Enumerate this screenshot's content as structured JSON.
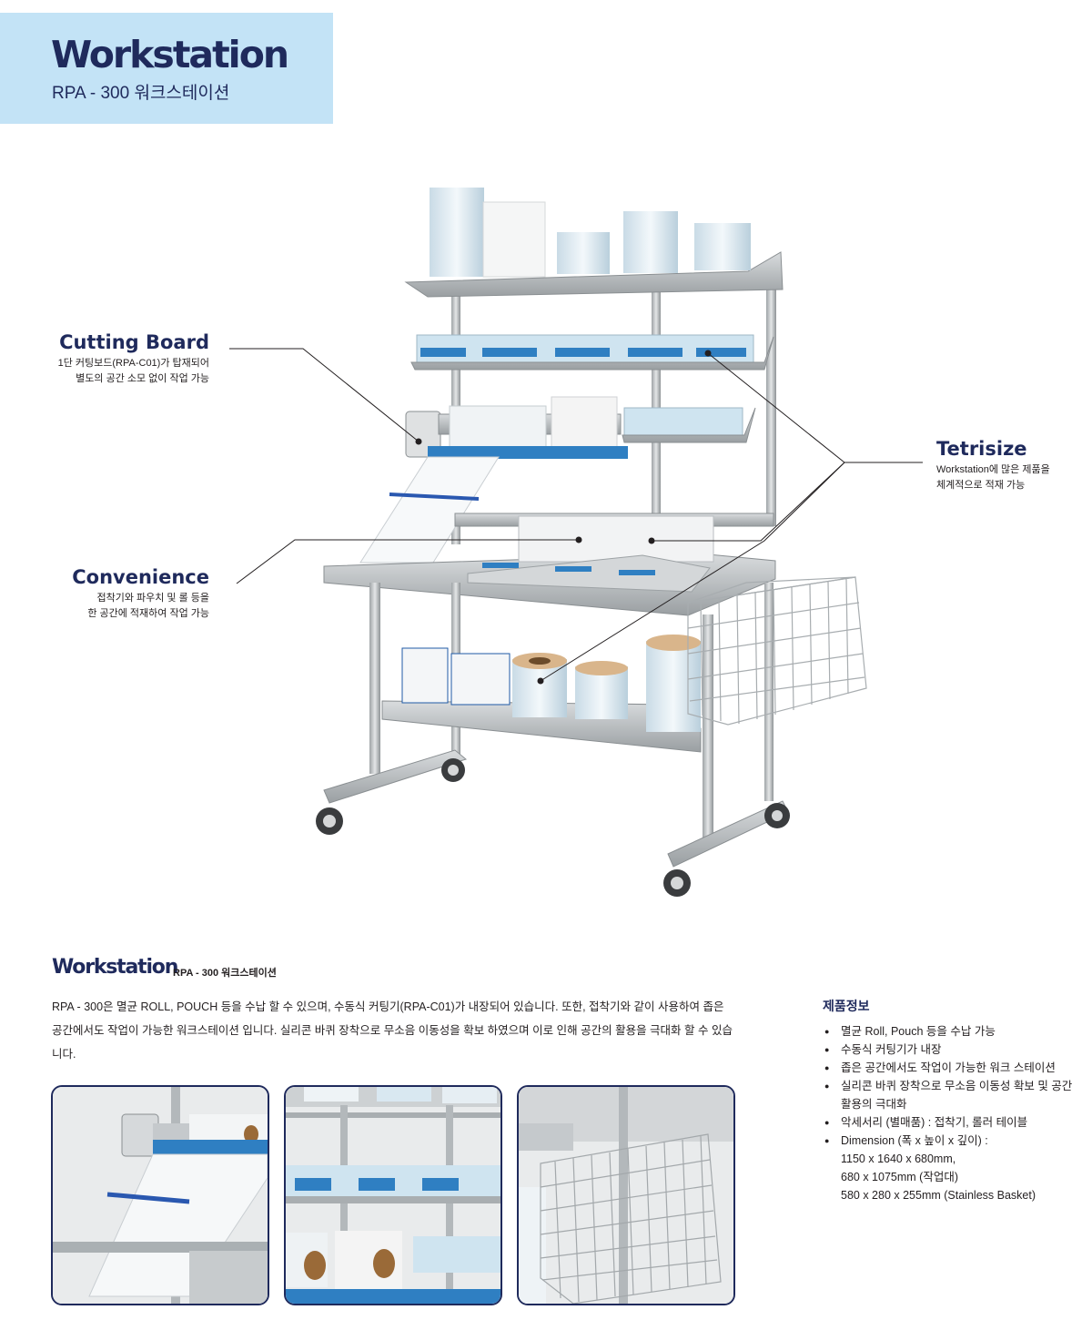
{
  "header": {
    "title": "Workstation",
    "subtitle": "RPA - 300 워크스테이션"
  },
  "callouts": {
    "cutting_board": {
      "title": "Cutting Board",
      "line1": "1단 커팅보드(RPA-C01)가 탑재되어",
      "line2": "별도의 공간 소모 없이 작업 가능"
    },
    "convenience": {
      "title": "Convenience",
      "line1": "접착기와 파우치 및 롤 등을",
      "line2": "한 공간에 적재하여 작업 가능"
    },
    "tetrisize": {
      "title": "Tetrisize",
      "line1": "Workstation에 많은 제품을",
      "line2": "체계적으로 적재 가능"
    }
  },
  "section": {
    "title": "Workstation",
    "subtitle": "RPA - 300 워크스테이션",
    "description": "RPA - 300은 멸균 ROLL, POUCH 등을 수납 할 수 있으며, 수동식 커팅기(RPA-C01)가 내장되어 있습니다. 또한, 접착기와 같이 사용하여 좁은 공간에서도 작업이 가능한 워크스테이션 입니다. 실리콘 바퀴 장착으로 무소음 이동성을 확보 하였으며 이로 인해 공간의 활용을 극대화 할 수 있습니다."
  },
  "product_info": {
    "title": "제품정보",
    "items": [
      "멸균 Roll, Pouch 등을 수납 가능",
      "수동식 커팅기가 내장",
      "좁은 공간에서도 작업이 가능한 워크 스테이션",
      "실리콘 바퀴 장착으로 무소음 이동성 확보 및 공간 활용의 극대화",
      "악세서리 (별매품) : 접착기, 롤러 테이블"
    ],
    "dimension_label": "Dimension (폭 x 높이 x 깊이) :",
    "dimensions": [
      "1150 x 1640 x 680mm,",
      "680 x 1075mm (작업대)",
      "580 x 280 x 255mm (Stainless Basket)"
    ]
  },
  "colors": {
    "header_bg": "#c3e3f6",
    "navy": "#1f2a5c",
    "steel": "#b8bdc0",
    "accent_blue": "#2f7fc2"
  }
}
